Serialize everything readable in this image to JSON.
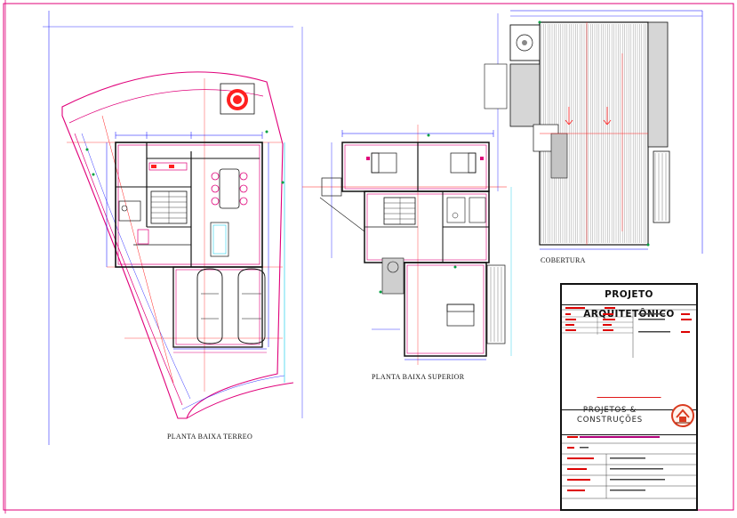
{
  "drawing": {
    "ground_floor_label": "PLANTA BAIXA TERREO",
    "upper_floor_label": "PLANTA BAIXA SUPERIOR",
    "roof_label": "COBERTURA"
  },
  "title_block": {
    "title": "PROJETO ARQUITETÔNICO",
    "brand_line1": "PROJETOS &",
    "brand_line2": "CONSTRUÇÕES"
  },
  "colors": {
    "wall": "#e0007a",
    "dimension": "#0000ff",
    "axis": "#ff2020",
    "cyan": "#00c8e8",
    "green": "#00a040",
    "black": "#111111",
    "brand": "#d93a1f"
  }
}
